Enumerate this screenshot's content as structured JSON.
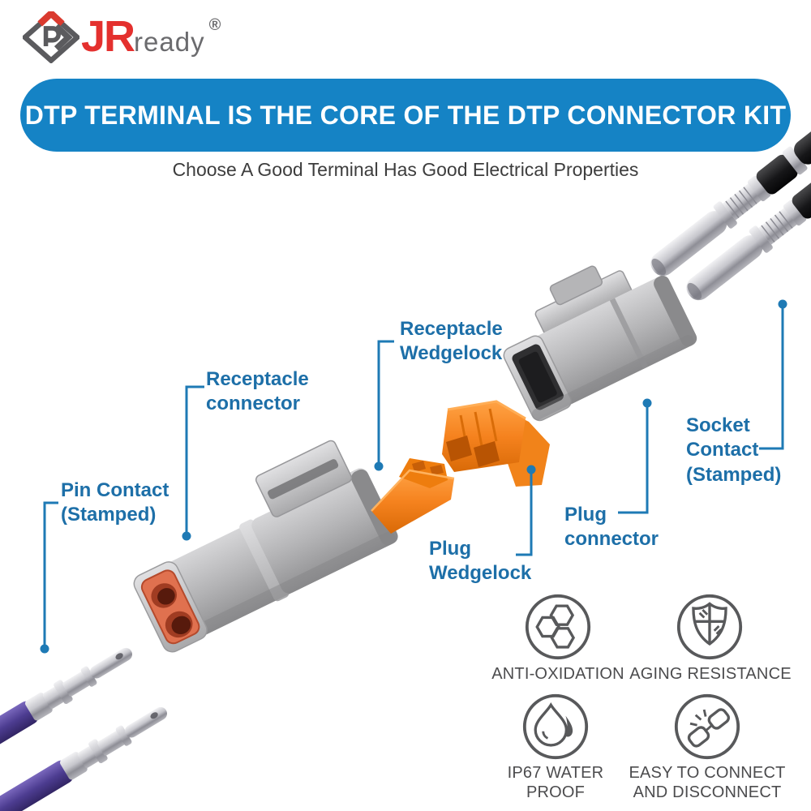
{
  "brand": {
    "name_bold": "JR",
    "name_light": "ready",
    "registered": "®"
  },
  "banner": {
    "title": "DTP TERMINAL IS THE CORE OF THE DTP CONNECTOR KIT"
  },
  "subtitle": "Choose A Good Terminal Has Good Electrical Properties",
  "callouts": {
    "pin_contact": {
      "lines": [
        "Pin Contact",
        "(Stamped)"
      ]
    },
    "receptacle_connector": {
      "lines": [
        "Receptacle",
        "connector"
      ]
    },
    "receptacle_wedgelock": {
      "lines": [
        "Receptacle",
        "Wedgelock"
      ]
    },
    "plug_wedgelock": {
      "lines": [
        "Plug",
        "Wedgelock"
      ]
    },
    "plug_connector": {
      "lines": [
        "Plug",
        "connector"
      ]
    },
    "socket_contact": {
      "lines": [
        "Socket",
        "Contact",
        "(Stamped)"
      ]
    }
  },
  "features": {
    "anti_oxidation": {
      "lines": [
        "ANTI-OXIDATION"
      ]
    },
    "aging_resistance": {
      "lines": [
        "AGING RESISTANCE"
      ]
    },
    "ip67_waterproof": {
      "lines": [
        "IP67 WATER",
        "PROOF"
      ]
    },
    "easy_connect": {
      "lines": [
        "EASY TO CONNECT",
        "AND DISCONNECT"
      ]
    }
  },
  "colors": {
    "banner_blue": "#1583c5",
    "callout_blue": "#1d6fa8",
    "leader_blue": "#1e7ab5",
    "brand_red": "#e4302e",
    "brand_gray": "#6b6b6e",
    "part_orange": "#f5821e",
    "icon_gray": "#58595b"
  }
}
